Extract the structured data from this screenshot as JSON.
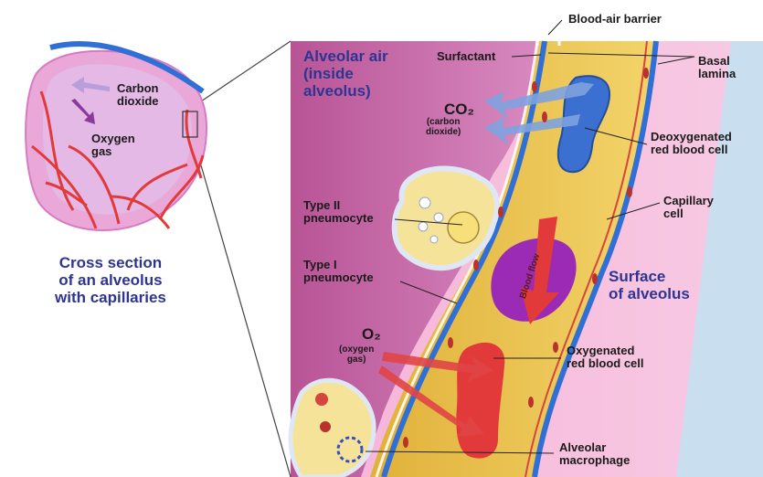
{
  "diagram": {
    "labels": {
      "blood_air_barrier": "Blood-air barrier",
      "surfactant": "Surfactant",
      "basal_lamina": "Basal\nlamina",
      "alveolar_air": "Alveolar air\n(inside\nalveolus)",
      "co2": "CO₂",
      "co2_sub": "(carbon\ndioxide)",
      "deoxygenated_rbc": "Deoxygenated\nred blood cell",
      "capillary_cell": "Capillary\ncell",
      "type2_pneumocyte": "Type II\npneumocyte",
      "type1_pneumocyte": "Type I\npneumocyte",
      "blood_flow": "Blood flow",
      "surface_of_alveolus": "Surface\nof alveolus",
      "o2": "O₂",
      "o2_sub": "(oxygen\ngas)",
      "oxygenated_rbc": "Oxygenated\nred blood cell",
      "alveolar_macrophage": "Alveolar\nmacrophage",
      "carbon_dioxide": "Carbon\ndioxide",
      "oxygen_gas": "Oxygen\ngas",
      "cross_section": "Cross section\nof an alveolus\nwith capillaries"
    },
    "colors": {
      "alveolar_air": "#c75aa6",
      "capillary": "#e9c54a",
      "basal_lamina": "#2f6fd6",
      "deoxygenated": "#3b6fd0",
      "oxygenated": "#e23a3a",
      "pink_tissue": "#f08fc6",
      "label_blue": "#2e3591"
    }
  }
}
